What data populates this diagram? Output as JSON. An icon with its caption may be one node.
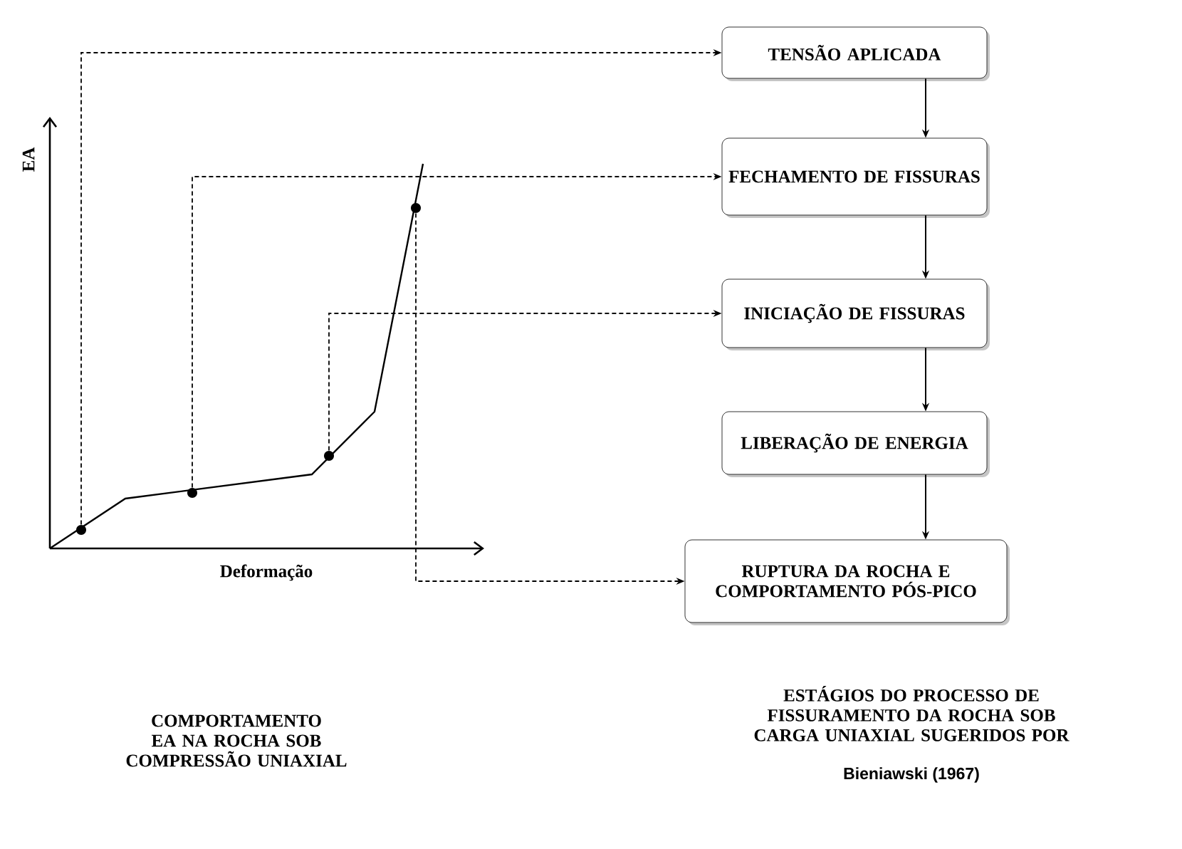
{
  "diagram": {
    "nodes": [
      {
        "text": [
          "TENSÃO APLICADA"
        ]
      },
      {
        "text": [
          "FECHAMENTO DE FISSURAS"
        ]
      },
      {
        "text": [
          "INICIAÇÃO DE FISSURAS"
        ]
      },
      {
        "text": [
          "LIBERAÇÃO DE ENERGIA"
        ]
      },
      {
        "text": [
          "RUPTURA DA ROCHA E COMPORTAMENTO PÓS-PICO"
        ]
      },
      {
        "text": [],
        "shape": "circle"
      },
      {
        "text": [],
        "shape": "circle"
      },
      {
        "text": [],
        "shape": "circle"
      },
      {
        "text": [],
        "shape": "circle"
      }
    ],
    "edges": [
      {
        "from": 0,
        "to": 1,
        "arrow": "to"
      },
      {
        "from": 1,
        "to": 2,
        "arrow": "to"
      },
      {
        "from": 2,
        "to": 3,
        "arrow": "to"
      },
      {
        "from": 3,
        "to": 4,
        "arrow": "to"
      },
      {
        "from": 5,
        "to": 0,
        "arrow": "to",
        "style": "dashed"
      },
      {
        "from": 6,
        "to": 1,
        "arrow": "to",
        "style": "dashed"
      },
      {
        "from": 7,
        "to": 2,
        "arrow": "to",
        "style": "dashed"
      },
      {
        "from": 8,
        "to": 4,
        "arrow": "to",
        "style": "dashed"
      }
    ],
    "labels": [
      "EA",
      "Deformação",
      "COMPORTAMENTO EA NA ROCHA SOB COMPRESSÃO UNIAXIAL",
      "ESTÁGIOS DO PROCESSO DE FISSURAMENTO DA ROCHA SOB CARGA UNIAXIAL SUGERIDOS POR",
      "Bieniawski (1967)"
    ]
  }
}
